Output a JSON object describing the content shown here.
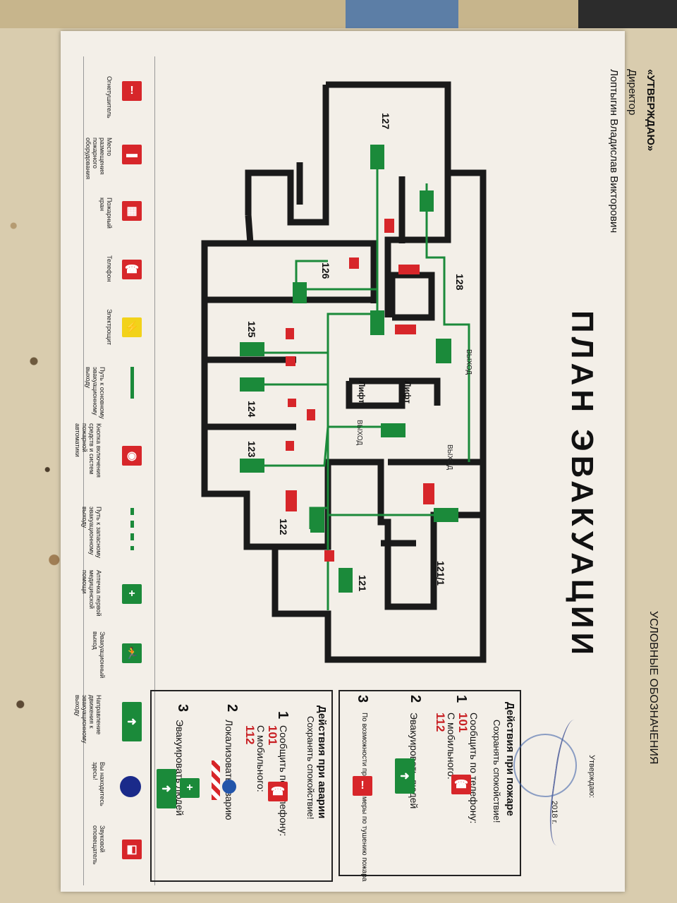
{
  "approval": {
    "approved": "«УТВЕРЖДАЮ»",
    "position": "Директор",
    "name": "Лоптыгин Владислав Викторович"
  },
  "title": "ПЛАН ЭВАКУАЦИИ",
  "legend_heading": "УСЛОВНЫЕ ОБОЗНАЧЕНИЯ",
  "legend": [
    {
      "label": "Огнетушитель",
      "icon": "extinguisher-icon"
    },
    {
      "label": "Место размещения пожарного оборудования",
      "icon": "fire-equipment-icon"
    },
    {
      "label": "Пожарный кран",
      "icon": "fire-hose-icon"
    },
    {
      "label": "Телефон",
      "icon": "phone-icon"
    },
    {
      "label": "Электрощит",
      "icon": "electric-panel-icon"
    },
    {
      "label": "Путь к основному эвакуационному выходу",
      "icon": "main-route-icon"
    },
    {
      "label": "Кнопка включения средств и систем пожарной автоматики",
      "icon": "alarm-button-icon"
    },
    {
      "label": "Путь к запасному эвакуационному выходу",
      "icon": "reserve-route-icon"
    },
    {
      "label": "Аптечка первой медицинской помощи",
      "icon": "first-aid-icon"
    },
    {
      "label": "Эвакуационный выход",
      "icon": "exit-icon"
    },
    {
      "label": "Направление движения к эвакуационному выходу",
      "icon": "exit-direction-icon"
    },
    {
      "label": "Вы находитесь здесь!",
      "icon": "you-are-here-icon"
    },
    {
      "label": "Звуковой оповещатель",
      "icon": "sounder-icon"
    }
  ],
  "rooms": [
    "127",
    "126",
    "128",
    "125",
    "124",
    "123",
    "122",
    "121",
    "121/1"
  ],
  "plan_labels": {
    "lift1": "Лифт",
    "lift2": "Лифт",
    "exit": "ВЫХОД"
  },
  "fire_box": {
    "heading": "Действия при пожаре",
    "subheading": "Сохранять спокойствие!",
    "step1": "1",
    "step1_text": "Сообщить по телефону:",
    "phone1": "101",
    "mobile_label": "С мобильного:",
    "phone2": "112",
    "step2": "2",
    "step2_text": "Эвакуировать людей",
    "step3": "3",
    "step3_text": "По возможности принять меры по тушению пожара"
  },
  "accident_box": {
    "heading": "Действия при аварии",
    "subheading": "Сохранять спокойствие!",
    "step1": "1",
    "step1_text": "Сообщить по телефону:",
    "phone1": "101",
    "mobile_label": "С мобильного:",
    "phone2": "112",
    "step2": "2",
    "step2_text": "Локализовать аварию",
    "step3": "3",
    "step3_text": "Эвакуировать людей"
  },
  "signature": {
    "approved": "Утверждаю:",
    "year": "2018 г."
  },
  "colors": {
    "route": "#1b8a3a",
    "alarm": "#d7262a",
    "wall": "#1a1a1a",
    "paper": "#f7f4ee"
  }
}
